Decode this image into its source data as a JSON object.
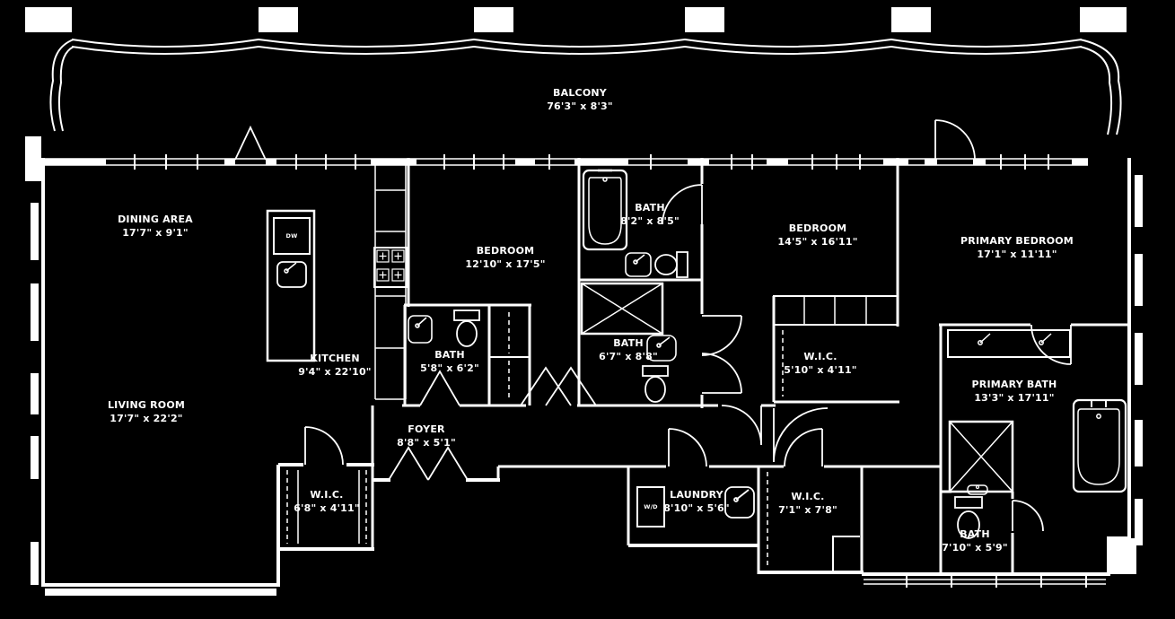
{
  "palette": {
    "background": "#000000",
    "line": "#ffffff"
  },
  "rooms": [
    {
      "id": "balcony",
      "name": "BALCONY",
      "dims": "76'3\" x 8'3\""
    },
    {
      "id": "dining-area",
      "name": "DINING AREA",
      "dims": "17'7\" x 9'1\""
    },
    {
      "id": "bedroom-2",
      "name": "BEDROOM",
      "dims": "12'10\" x 17'5\""
    },
    {
      "id": "bath-top",
      "name": "BATH",
      "dims": "8'2\" x 8'5\""
    },
    {
      "id": "bedroom-3",
      "name": "BEDROOM",
      "dims": "14'5\" x 16'11\""
    },
    {
      "id": "primary-bedroom",
      "name": "PRIMARY BEDROOM",
      "dims": "17'1\" x 11'11\""
    },
    {
      "id": "kitchen",
      "name": "KITCHEN",
      "dims": "9'4\" x 22'10\""
    },
    {
      "id": "bath-small",
      "name": "BATH",
      "dims": "5'8\" x 6'2\""
    },
    {
      "id": "bath-middle",
      "name": "BATH",
      "dims": "6'7\" x 8'8\""
    },
    {
      "id": "wic-bedroom-3",
      "name": "W.I.C.",
      "dims": "5'10\" x 4'11\""
    },
    {
      "id": "primary-bath",
      "name": "PRIMARY BATH",
      "dims": "13'3\" x 17'11\""
    },
    {
      "id": "living-room",
      "name": "LIVING ROOM",
      "dims": "17'7\" x 22'2\""
    },
    {
      "id": "foyer",
      "name": "FOYER",
      "dims": "8'8\" x 5'1\""
    },
    {
      "id": "wic-foyer",
      "name": "W.I.C.",
      "dims": "6'8\" x 4'11\""
    },
    {
      "id": "laundry",
      "name": "LAUNDRY",
      "dims": "8'10\" x 5'6\""
    },
    {
      "id": "wic-hall",
      "name": "W.I.C.",
      "dims": "7'1\" x 7'8\""
    },
    {
      "id": "bath-primary-wc",
      "name": "BATH",
      "dims": "7'10\" x 5'9\""
    }
  ],
  "appliances": {
    "dishwasher": "DW",
    "washer_dryer": "W/D"
  }
}
